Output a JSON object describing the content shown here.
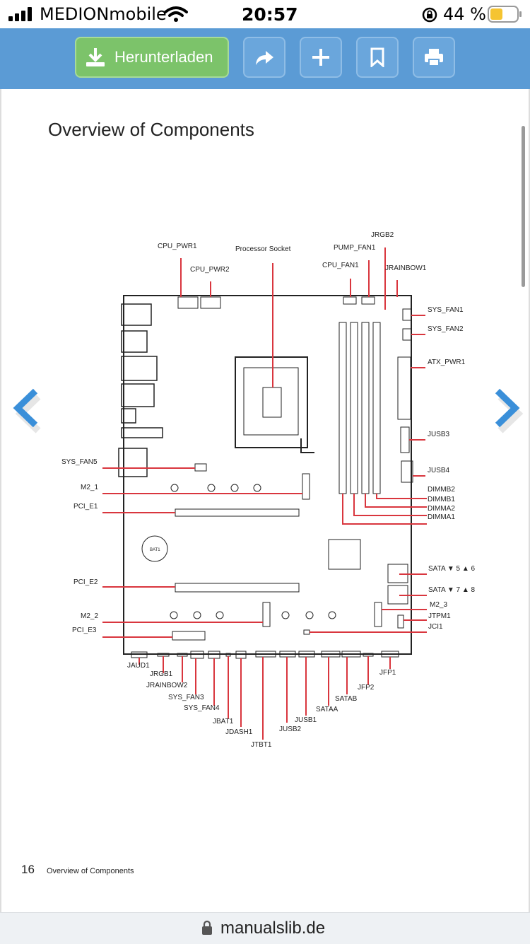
{
  "status": {
    "carrier": "MEDIONmobile",
    "time": "20:57",
    "battery": "44 %"
  },
  "toolbar": {
    "download_label": "Herunterladen"
  },
  "page": {
    "title": "Overview of Components",
    "page_number": "16",
    "footer": "Overview of Components"
  },
  "browser": {
    "url": "manualslib.de"
  },
  "labels": {
    "jrgb2": "JRGB2",
    "cpu_pwr1": "CPU_PWR1",
    "processor_socket": "Processor Socket",
    "pump_fan1": "PUMP_FAN1",
    "cpu_pwr2": "CPU_PWR2",
    "cpu_fan1": "CPU_FAN1",
    "jrainbow1": "JRAINBOW1",
    "sys_fan1": "SYS_FAN1",
    "sys_fan2": "SYS_FAN2",
    "atx_pwr1": "ATX_PWR1",
    "jusb3": "JUSB3",
    "jusb4": "JUSB4",
    "sys_fan5": "SYS_FAN5",
    "m2_1": "M2_1",
    "pci_e1": "PCI_E1",
    "dimmb2": "DIMMB2",
    "dimmb1": "DIMMB1",
    "dimma2": "DIMMA2",
    "dimma1": "DIMMA1",
    "bat1": "BAT1",
    "sata56": "SATA ▼ 5 ▲ 6",
    "sata78": "SATA ▼ 7 ▲ 8",
    "pci_e2": "PCI_E2",
    "m2_3": "M2_3",
    "m2_2": "M2_2",
    "jtpm1": "JTPM1",
    "jci1": "JCI1",
    "pci_e3": "PCI_E3",
    "jaud1": "JAUD1",
    "jrgb1": "JRGB1",
    "jrainbow2": "JRAINBOW2",
    "sys_fan3": "SYS_FAN3",
    "sys_fan4": "SYS_FAN4",
    "jbat1": "JBAT1",
    "jdash1": "JDASH1",
    "jtbt1": "JTBT1",
    "jusb2": "JUSB2",
    "jusb1": "JUSB1",
    "sataa": "SATAA",
    "satab": "SATAB",
    "jfp2": "JFP2",
    "jfp1": "JFP1"
  },
  "colors": {
    "toolbar": "#5b9bd5",
    "download": "#7cc36a",
    "callout": "#d9363e",
    "arrow": "#3a8fd9"
  }
}
